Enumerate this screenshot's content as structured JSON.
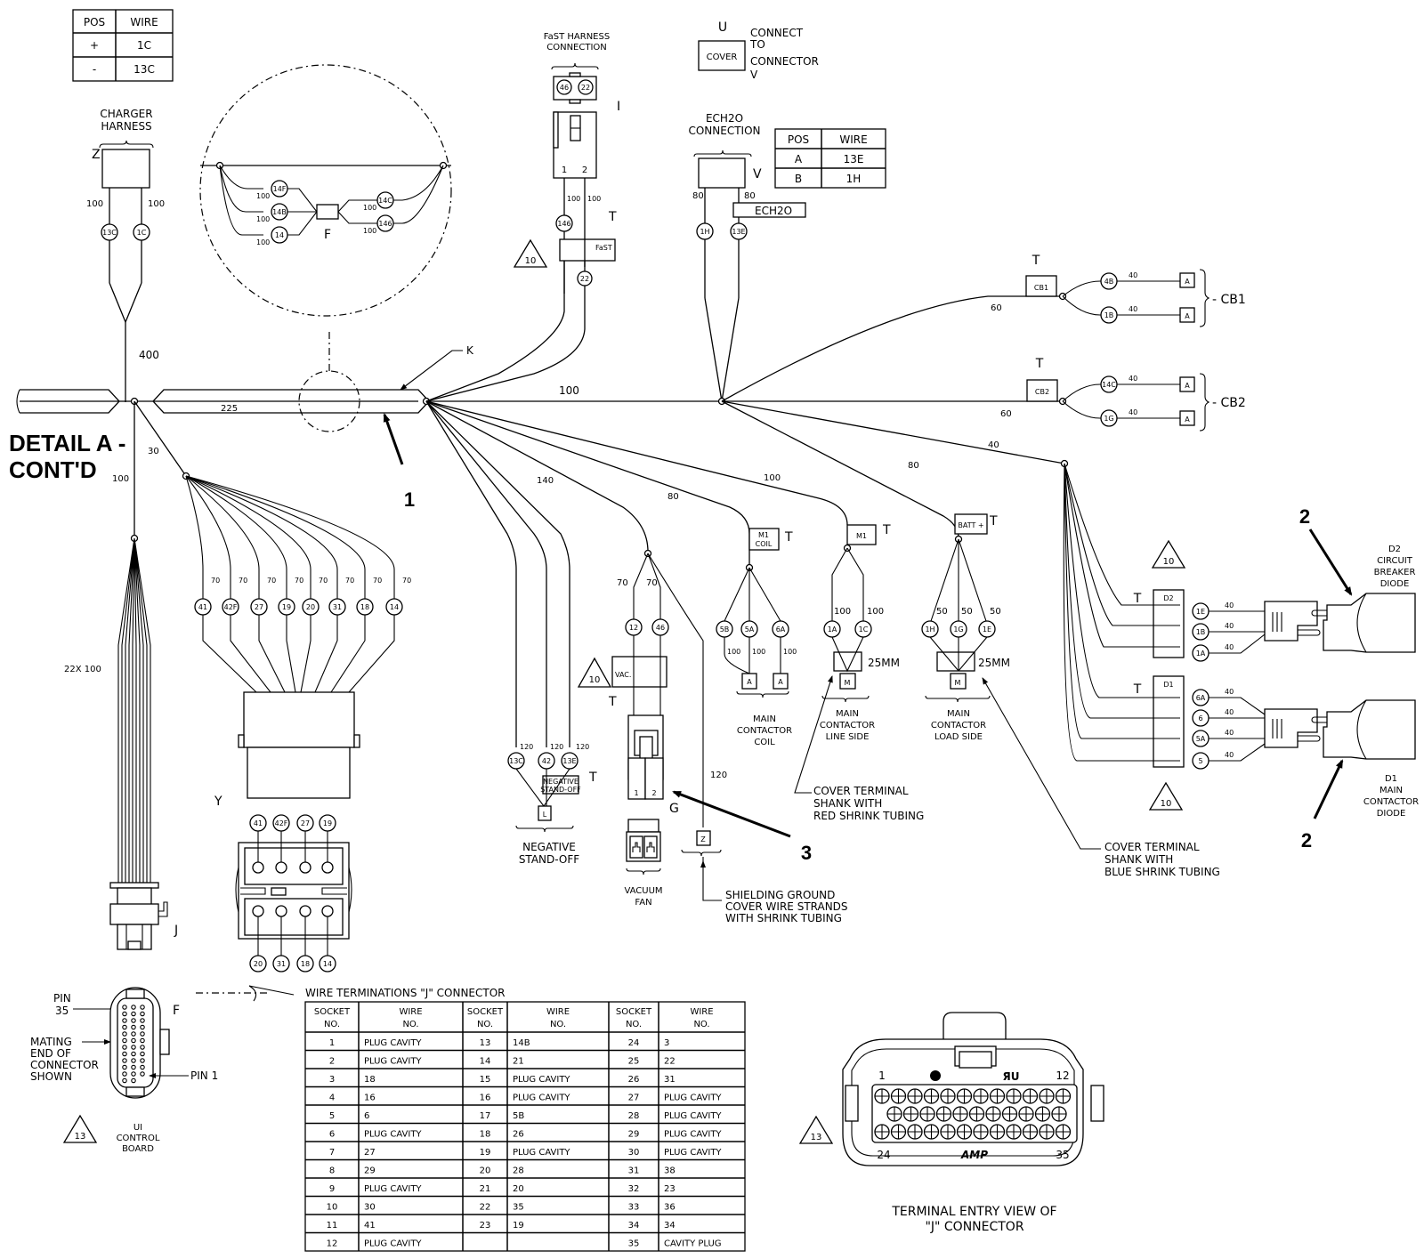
{
  "title": "DETAIL A -",
  "title_line2": "CONT'D",
  "charger_table": {
    "headers": [
      "POS",
      "WIRE"
    ],
    "rows": [
      [
        "+",
        "1C"
      ],
      [
        "-",
        "13C"
      ]
    ]
  },
  "ech20_table": {
    "headers": [
      "POS",
      "WIRE"
    ],
    "rows": [
      [
        "A",
        "13E"
      ],
      [
        "B",
        "1H"
      ]
    ]
  },
  "labels": {
    "charger_harness_1": "CHARGER",
    "charger_harness_2": "HARNESS",
    "conn_z": "Z",
    "fast_harness_1": "FaST HARNESS",
    "fast_harness_2": "CONNECTION",
    "conn_i": "I",
    "fast_tag": "FaST",
    "cover": "COVER",
    "conn_u": "U",
    "connect_to_1": "CONNECT",
    "connect_to_2": "TO",
    "connect_to_3": "CONNECTOR",
    "connect_to_4": "V",
    "ech20_conn_1": "ECH2O",
    "ech20_conn_2": "CONNECTION",
    "conn_v": "V",
    "ech20_tag": "ECH2O",
    "conn_f": "F",
    "conn_k": "K",
    "t_mark": "T",
    "cb1_tag": "CB1",
    "cb2_tag": "CB2",
    "cb1_label": "- CB1",
    "cb2_label": "- CB2",
    "m1_coil_1": "M1",
    "m1_coil_2": "COIL",
    "m1_tag": "M1",
    "batt_tag": "BATT +",
    "d2_tag": "D2",
    "d1_tag": "D1",
    "vac_tag": "VAC.",
    "neg_tag_1": "NEGATIVE",
    "neg_tag_2": "STAND-OFF",
    "term_a": "A",
    "term_m": "M",
    "term_l": "L",
    "term_z": "Z",
    "mm25": "25MM",
    "main_coil": [
      "MAIN",
      "CONTACTOR",
      "COIL"
    ],
    "main_line": [
      "MAIN",
      "CONTACTOR",
      "LINE SIDE"
    ],
    "main_load": [
      "MAIN",
      "CONTACTOR",
      "LOAD SIDE"
    ],
    "neg_standoff": [
      "NEGATIVE",
      "STAND-OFF"
    ],
    "vacuum_fan": [
      "VACUUM",
      "FAN"
    ],
    "conn_g": "G",
    "conn_y": "Y",
    "conn_j": "J",
    "red_note": [
      "COVER TERMINAL",
      "SHANK WITH",
      "RED SHRINK TUBING"
    ],
    "blue_note": [
      "COVER TERMINAL",
      "SHANK WITH",
      "BLUE SHRINK TUBING"
    ],
    "shield_note": [
      "SHIELDING GROUND",
      "COVER WIRE STRANDS",
      "WITH SHRINK TUBING"
    ],
    "d2_diode": [
      "D2",
      "CIRCUIT",
      "BREAKER",
      "DIODE"
    ],
    "d1_diode": [
      "D1",
      "MAIN",
      "CONTACTOR",
      "DIODE"
    ],
    "pin35_1": "PIN",
    "pin35_2": "35",
    "pin1": "PIN 1",
    "mating": [
      "MATING",
      "END OF",
      "CONNECTOR",
      "SHOWN"
    ],
    "ui_board": [
      "UI",
      "CONTROL",
      "BOARD"
    ],
    "terminal_view_1": "TERMINAL ENTRY VIEW OF",
    "terminal_view_2": "\"J\" CONNECTOR",
    "amp": "AMP",
    "amp_pin1": "1",
    "amp_pin12": "12",
    "amp_pin24": "24",
    "amp_pin35": "35",
    "ur": "ЯU",
    "pin_1": "1",
    "pin_2": "2",
    "bundle": "22X 100"
  },
  "callouts": {
    "c1": "1",
    "c2a": "2",
    "c2b": "2",
    "c3": "3"
  },
  "notes_triangles": {
    "n10": "10",
    "n13": "13"
  },
  "lengths": {
    "l400": "400",
    "l225": "225",
    "l30": "30",
    "l100_trunk": "100",
    "l100_main": "100",
    "l140": "140",
    "l80_vac": "80",
    "l100_line": "100",
    "l80_load": "80",
    "l40_diode": "40",
    "l60_cb1": "60",
    "l60_cb2": "60",
    "l100_z_a": "100",
    "l100_z_b": "100",
    "l100_fast_a": "100",
    "l100_fast_b": "100",
    "l80_v_a": "80",
    "l80_v_b": "80",
    "l120": "120",
    "l70": "70",
    "l50": "50",
    "l40": "40"
  },
  "wires": {
    "z": [
      "13C",
      "1C"
    ],
    "fast_plug": [
      "46",
      "22"
    ],
    "fast": [
      "146",
      "22"
    ],
    "ech20": [
      "1H",
      "13E"
    ],
    "circle_left": [
      "14F",
      "14B",
      "14"
    ],
    "circle_right": [
      "14C",
      "146"
    ],
    "cb1": [
      "4B",
      "1B"
    ],
    "cb2": [
      "14C",
      "1G"
    ],
    "y_fan": [
      "41",
      "42F",
      "27",
      "19",
      "20",
      "31",
      "18",
      "14"
    ],
    "y_top": [
      "41",
      "42F",
      "27",
      "19"
    ],
    "y_bottom": [
      "20",
      "31",
      "18",
      "14"
    ],
    "neg": [
      "13C",
      "42",
      "13E"
    ],
    "vac": [
      "12",
      "46"
    ],
    "coil": [
      "5B",
      "5A",
      "6A"
    ],
    "line": [
      "1A",
      "1C"
    ],
    "load": [
      "1H",
      "1G",
      "1E"
    ],
    "d2": [
      "1E",
      "1B",
      "1A"
    ],
    "d1": [
      "6A",
      "6",
      "5A",
      "5"
    ]
  },
  "j_table": {
    "title": "WIRE TERMINATIONS \"J\"  CONNECTOR",
    "headers": [
      "SOCKET NO.",
      "WIRE NO.",
      "SOCKET NO.",
      "WIRE NO.",
      "SOCKET NO.",
      "WIRE NO."
    ],
    "rows": [
      [
        "1",
        "PLUG CAVITY",
        "13",
        "14B",
        "24",
        "3"
      ],
      [
        "2",
        "PLUG CAVITY",
        "14",
        "21",
        "25",
        "22"
      ],
      [
        "3",
        "18",
        "15",
        "PLUG CAVITY",
        "26",
        "31"
      ],
      [
        "4",
        "16",
        "16",
        "PLUG CAVITY",
        "27",
        "PLUG CAVITY"
      ],
      [
        "5",
        "6",
        "17",
        "5B",
        "28",
        "PLUG CAVITY"
      ],
      [
        "6",
        "PLUG CAVITY",
        "18",
        "26",
        "29",
        "PLUG CAVITY"
      ],
      [
        "7",
        "27",
        "19",
        "PLUG CAVITY",
        "30",
        "PLUG CAVITY"
      ],
      [
        "8",
        "29",
        "20",
        "28",
        "31",
        "38"
      ],
      [
        "9",
        "PLUG CAVITY",
        "21",
        "20",
        "32",
        "23"
      ],
      [
        "10",
        "30",
        "22",
        "35",
        "33",
        "36"
      ],
      [
        "11",
        "41",
        "23",
        "19",
        "34",
        "34"
      ],
      [
        "12",
        "PLUG CAVITY",
        "",
        "",
        "35",
        "CAVITY PLUG"
      ]
    ]
  }
}
